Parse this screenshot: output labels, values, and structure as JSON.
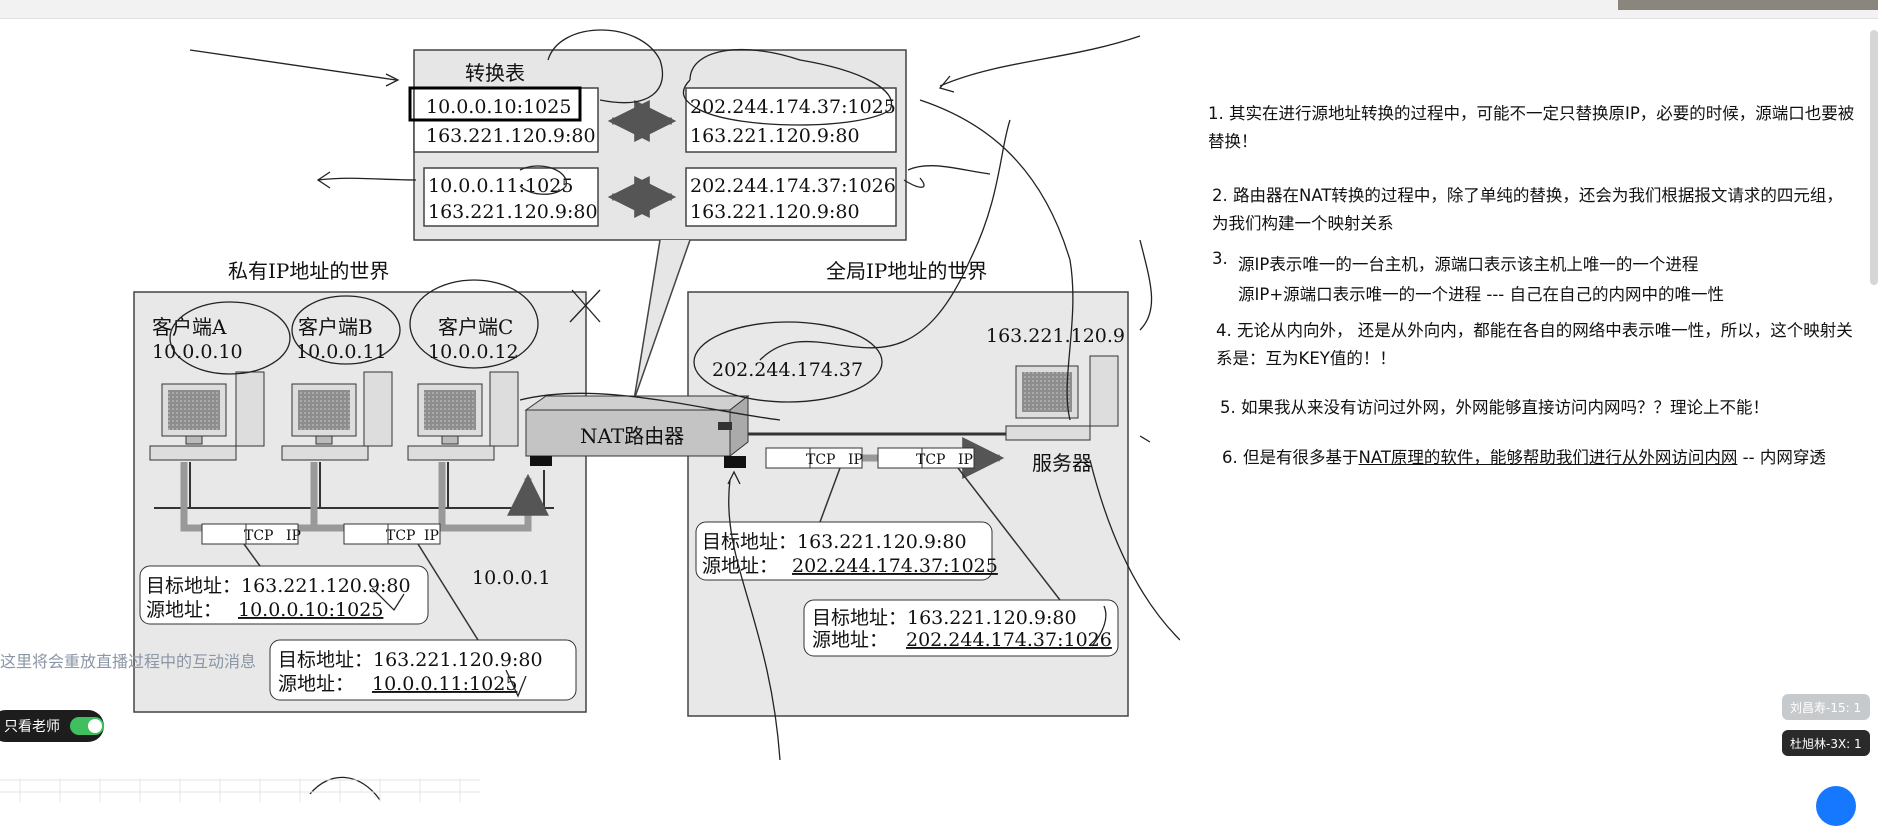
{
  "diagram": {
    "table_title": "转换表",
    "rows": [
      {
        "private_top": "10.0.0.10:1025",
        "private_bottom": "163.221.120.9:80",
        "public_top": "202.244.174.37:1025",
        "public_bottom": "163.221.120.9:80"
      },
      {
        "private_top": "10.0.0.11:1025",
        "private_bottom": "163.221.120.9:80",
        "public_top": "202.244.174.37:1026",
        "public_bottom": "163.221.120.9:80"
      }
    ],
    "private_world": "私有IP地址的世界",
    "global_world": "全局IP地址的世界",
    "clients": [
      {
        "name": "客户端A",
        "ip": "10.0.0.10"
      },
      {
        "name": "客户端B",
        "ip": "10.0.0.11"
      },
      {
        "name": "客户端C",
        "ip": "10.0.0.12"
      }
    ],
    "router_label": "NAT路由器",
    "router_public_ip": "202.244.174.37",
    "gateway_ip": "10.0.0.1",
    "server_ip": "163.221.120.9",
    "server_label": "服务器",
    "tcp_label": "TCP",
    "ip_label": "IP",
    "pkt_left_1": {
      "dst": "目标地址：163.221.120.9:80",
      "src_prefix": "源地址：",
      "src": "10.0.0.10:1025"
    },
    "pkt_left_2": {
      "dst": "目标地址：163.221.120.9:80",
      "src_prefix": "源地址：",
      "src": "10.0.0.11:1025"
    },
    "pkt_right_1": {
      "dst": "目标地址：163.221.120.9:80",
      "src_prefix": "源地址：",
      "src": "202.244.174.37:1025"
    },
    "pkt_right_2": {
      "dst": "目标地址：163.221.120.9:80",
      "src_prefix": "源地址：",
      "src": "202.244.174.37:1026"
    }
  },
  "notes": {
    "n1": "1. 其实在进行源地址转换的过程中，可能不一定只替换原IP，必要的时候，源端口也要被替换！",
    "n2": "2. 路由器在NAT转换的过程中，除了单纯的替换，还会为我们根据报文请求的四元组，为我们构建一个映射关系",
    "n3_num": "3.",
    "n3_a": "源IP表示唯一的一台主机，源端口表示该主机上唯一的一个进程",
    "n3_b": "源IP+源端口表示唯一的一个进程 --- 自己在自己的内网中的唯一性",
    "n4": "4. 无论从内向外， 还是从外向内，都能在各自的网络中表示唯一性，所以，这个映射关系是：互为KEY值的！！",
    "n5": "5. 如果我从来没有访问过外网，外网能够直接访问内网吗？？理论上不能！",
    "n6_pre": "6. 但是有很多基于",
    "n6_ul": "NAT原理的软件，能够帮助我们进行从外网访问内网",
    "n6_post": " -- 内网穿透"
  },
  "chat_hint": "这里将会重放直播过程中的互动消息",
  "teacher_only": "只看老师",
  "name_tags": [
    "刘昌寿-15: 1",
    "杜旭林-3X: 1"
  ],
  "colors": {
    "accent_toggle": "#3fbf5e",
    "fab": "#1677ff",
    "diagram_bg": "#e8e8e8"
  }
}
